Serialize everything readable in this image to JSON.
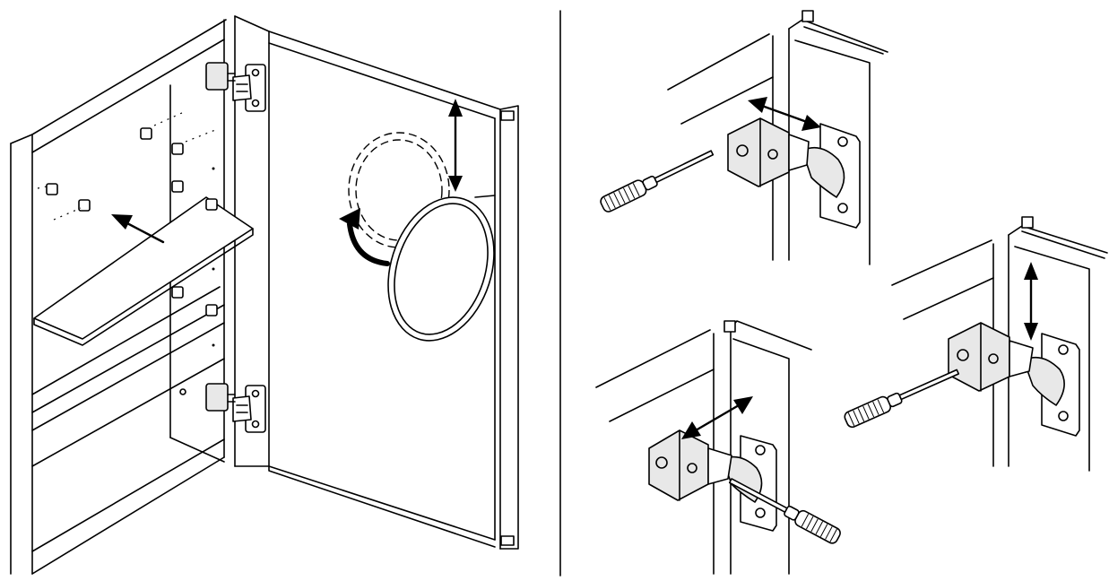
{
  "figure": {
    "panels": [
      "cabinet-shelf-and-mirror-installation",
      "hinge-depth-adjustment",
      "hinge-side-adjustment",
      "hinge-height-adjustment"
    ],
    "line_color": "#000000",
    "background_color": "#ffffff",
    "icons": [
      "screwdriver-icon",
      "double-arrow-icon",
      "rotate-arrow-icon",
      "hinge-icon",
      "mirror-icon",
      "shelf-icon"
    ]
  }
}
